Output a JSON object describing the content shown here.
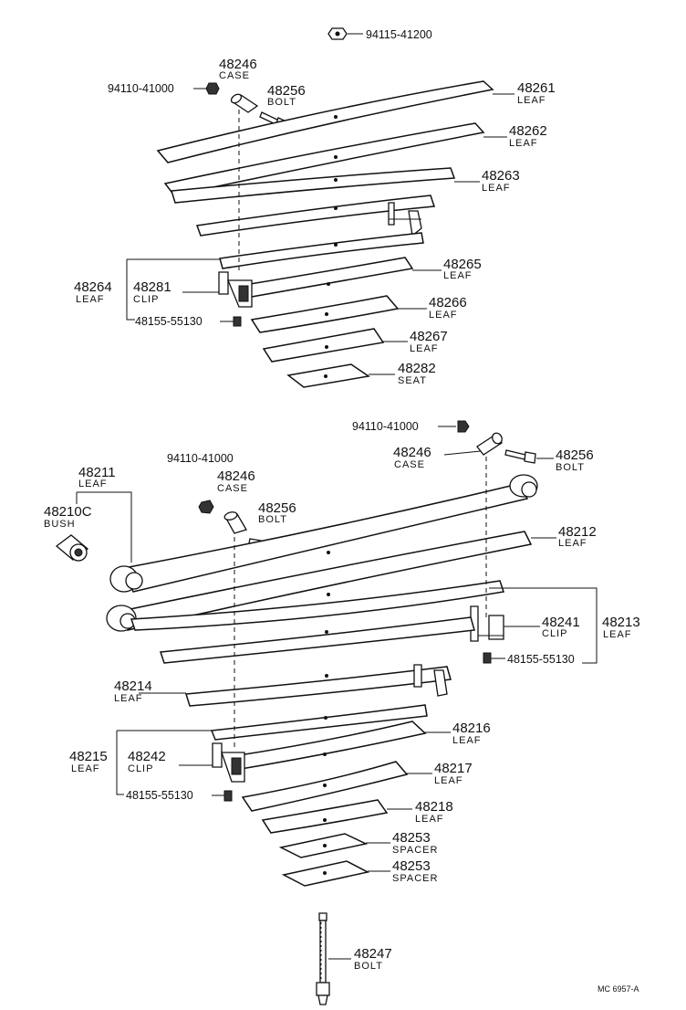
{
  "top": {
    "nut_top": "94115-41200",
    "nut_a": "94110-41000",
    "case_a": {
      "num": "48246",
      "name": "CASE"
    },
    "bolt_a": {
      "num": "48256",
      "name": "BOLT"
    },
    "leaf_61": {
      "num": "48261",
      "name": "LEAF"
    },
    "leaf_62": {
      "num": "48262",
      "name": "LEAF"
    },
    "leaf_63": {
      "num": "48263",
      "name": "LEAF"
    },
    "leaf_64": {
      "num": "48264",
      "name": "LEAF"
    },
    "clip_81": {
      "num": "48281",
      "name": "CLIP"
    },
    "leaf_65": {
      "num": "48265",
      "name": "LEAF"
    },
    "leaf_66": {
      "num": "48266",
      "name": "LEAF"
    },
    "rivet_a": "48155-55130",
    "leaf_67": {
      "num": "48267",
      "name": "LEAF"
    },
    "seat_82": {
      "num": "48282",
      "name": "SEAT"
    }
  },
  "bottom": {
    "nut_b": "94110-41000",
    "case_b": {
      "num": "48246",
      "name": "CASE"
    },
    "bolt_b": {
      "num": "48256",
      "name": "BOLT"
    },
    "nut_c": "94110-41000",
    "case_c": {
      "num": "48246",
      "name": "CASE"
    },
    "bolt_c": {
      "num": "48256",
      "name": "BOLT"
    },
    "leaf_11": {
      "num": "48211",
      "name": "LEAF"
    },
    "bush_10": {
      "num": "48210C",
      "name": "BUSH"
    },
    "leaf_12": {
      "num": "48212",
      "name": "LEAF"
    },
    "clip_41": {
      "num": "48241",
      "name": "CLIP"
    },
    "leaf_13": {
      "num": "48213",
      "name": "LEAF"
    },
    "rivet_b": "48155-55130",
    "leaf_14": {
      "num": "48214",
      "name": "LEAF"
    },
    "leaf_15": {
      "num": "48215",
      "name": "LEAF"
    },
    "clip_42": {
      "num": "48242",
      "name": "CLIP"
    },
    "leaf_16": {
      "num": "48216",
      "name": "LEAF"
    },
    "leaf_17": {
      "num": "48217",
      "name": "LEAF"
    },
    "rivet_c": "48155-55130",
    "leaf_18": {
      "num": "48218",
      "name": "LEAF"
    },
    "spacer_53a": {
      "num": "48253",
      "name": "SPACER"
    },
    "spacer_53b": {
      "num": "48253",
      "name": "SPACER"
    },
    "bolt_47": {
      "num": "48247",
      "name": "BOLT"
    }
  },
  "reference": "MC 6957-A"
}
